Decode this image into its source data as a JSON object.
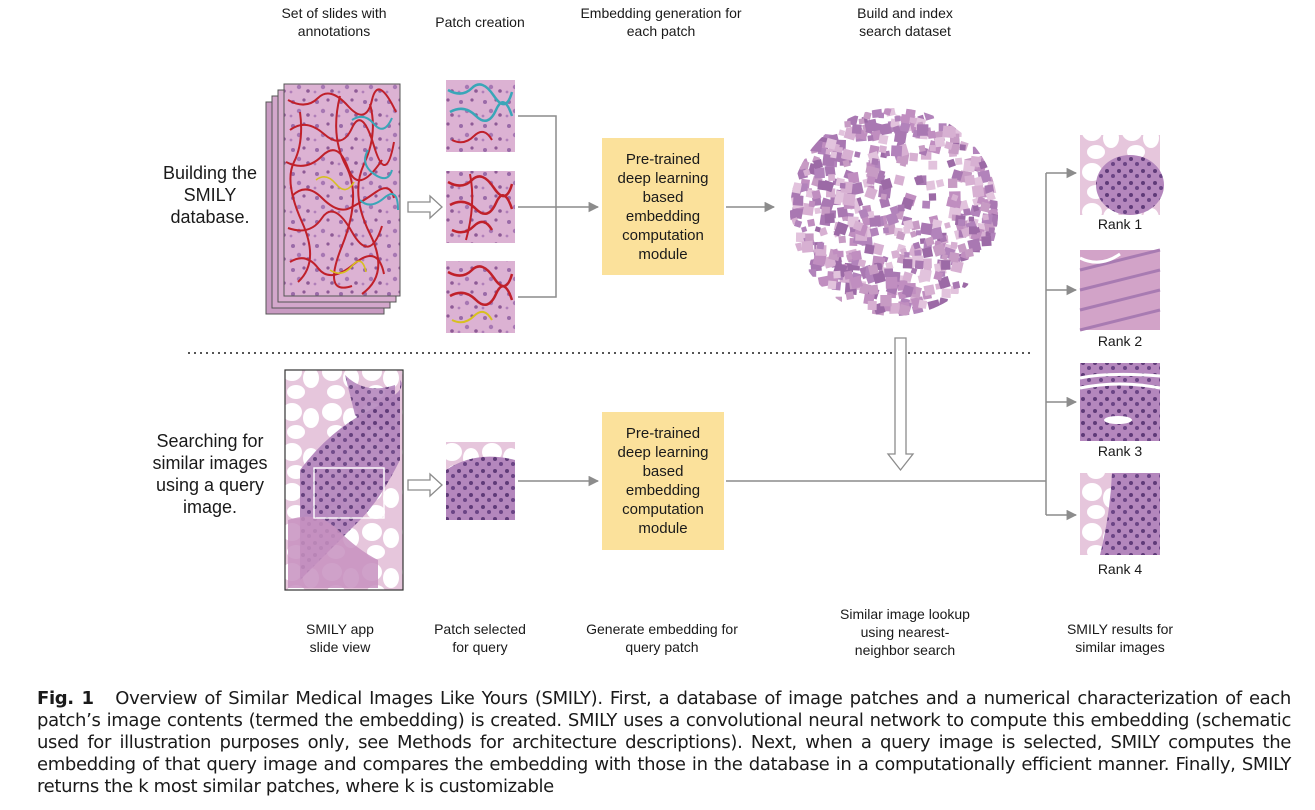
{
  "stages_top": {
    "slides": "Set of slides with annotations",
    "patch": "Patch creation",
    "embedding": "Embedding generation for each patch",
    "index": "Build and index search dataset"
  },
  "rows": {
    "building": "Building the SMILY database.",
    "searching": "Searching for similar images using a query image."
  },
  "module_text": "Pre-trained deep learning based embedding computation module",
  "ranks": [
    "Rank 1",
    "Rank 2",
    "Rank 3",
    "Rank 4"
  ],
  "stages_bottom": {
    "app": "SMILY app slide view",
    "selected": "Patch selected for query",
    "generate": "Generate embedding for query patch",
    "lookup": "Similar image lookup using nearest-neighbor search",
    "results": "SMILY results for similar images"
  },
  "caption": {
    "label": "Fig. 1",
    "text": "Overview of Similar Medical Images Like Yours (SMILY). First, a database of image patches and a numerical characterization of each patch’s image contents (termed the embedding) is created. SMILY uses a convolutional neural network to compute this embedding (schematic used for illustration purposes only, see Methods for architecture descriptions). Next, when a query image is selected, SMILY computes the embedding of that query image and compares the embedding with those in the database in a computationally efficient manner. Finally, SMILY returns the k most similar patches, where k is customizable"
  },
  "colors": {
    "module": "#fbe19b",
    "tissue_pink": "#d9a6cc",
    "tissue_purple": "#8e5a96",
    "annotation_red": "#c0202a",
    "annotation_cyan": "#3aa6b8",
    "arrow": "#8c8c8c"
  }
}
